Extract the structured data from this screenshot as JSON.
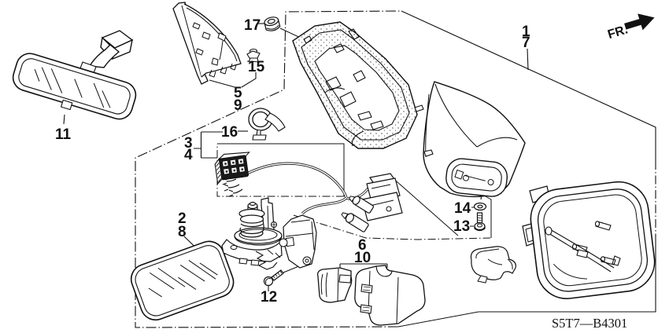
{
  "figure": {
    "type": "exploded-parts-diagram",
    "subject": "door mirror assembly",
    "ink_color": "#111111",
    "background_color": "#ffffff",
    "diagram_code": "S5T7—B4301",
    "fr_marker": {
      "label": "FR.",
      "icon": "fr-direction-arrow"
    }
  },
  "callouts": {
    "c1": "1",
    "c2": "2",
    "c3": "3",
    "c4": "4",
    "c5": "5",
    "c6": "6",
    "c7": "7",
    "c8": "8",
    "c9": "9",
    "c10": "10",
    "c11": "11",
    "c12": "12",
    "c13": "13",
    "c14": "14",
    "c15": "15",
    "c16": "16",
    "c17": "17"
  }
}
